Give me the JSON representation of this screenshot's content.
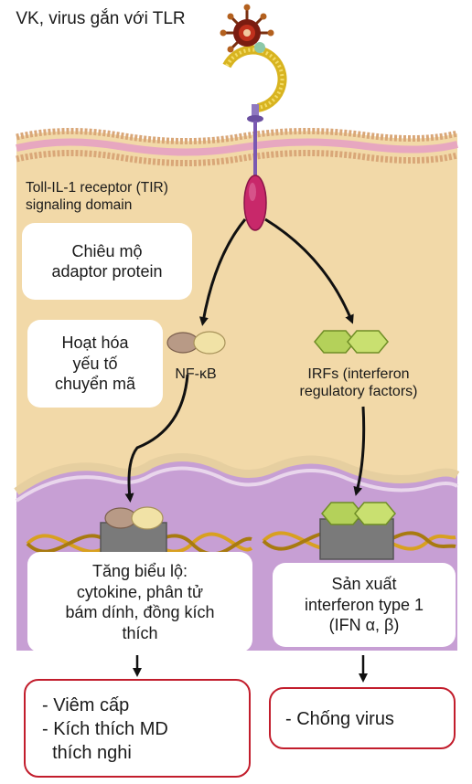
{
  "title_label": "VK, virus gắn với TLR",
  "tir_label": {
    "line1": "Toll-IL-1 receptor (TIR)",
    "line2": "signaling domain"
  },
  "step_adaptor": {
    "line1": "Chiêu mộ",
    "line2": "adaptor protein"
  },
  "step_activate": {
    "line1": "Hoạt hóa",
    "line2": "yếu tố",
    "line3": "chuyển mã"
  },
  "nfkb_label": "NF-κB",
  "irf_label": {
    "line1": "IRFs (interferon",
    "line2": "regulatory factors)"
  },
  "expression_box": {
    "line1": "Tăng biểu lộ:",
    "line2": "cytokine, phân tử",
    "line3": "bám dính, đồng kích",
    "line4": "thích"
  },
  "interferon_box": {
    "line1": "Sản xuất",
    "line2": "interferon type 1",
    "line3": "(IFN α, β)"
  },
  "outcome_left": {
    "item1": "- Viêm cấp",
    "item2": "- Kích thích MD",
    "item3": "  thích nghi"
  },
  "outcome_right": {
    "item1": "- Chống virus"
  },
  "colors": {
    "cytoplasm": "#f2d9a8",
    "membrane_pink": "#e7a7c0",
    "nucleus": "#c79fd4",
    "receptor": "#c8286a",
    "nfkb_dark": "#b89a86",
    "nfkb_light": "#f1e2a6",
    "irf": "#b4d15a",
    "outcome_border": "#c21d2c"
  }
}
